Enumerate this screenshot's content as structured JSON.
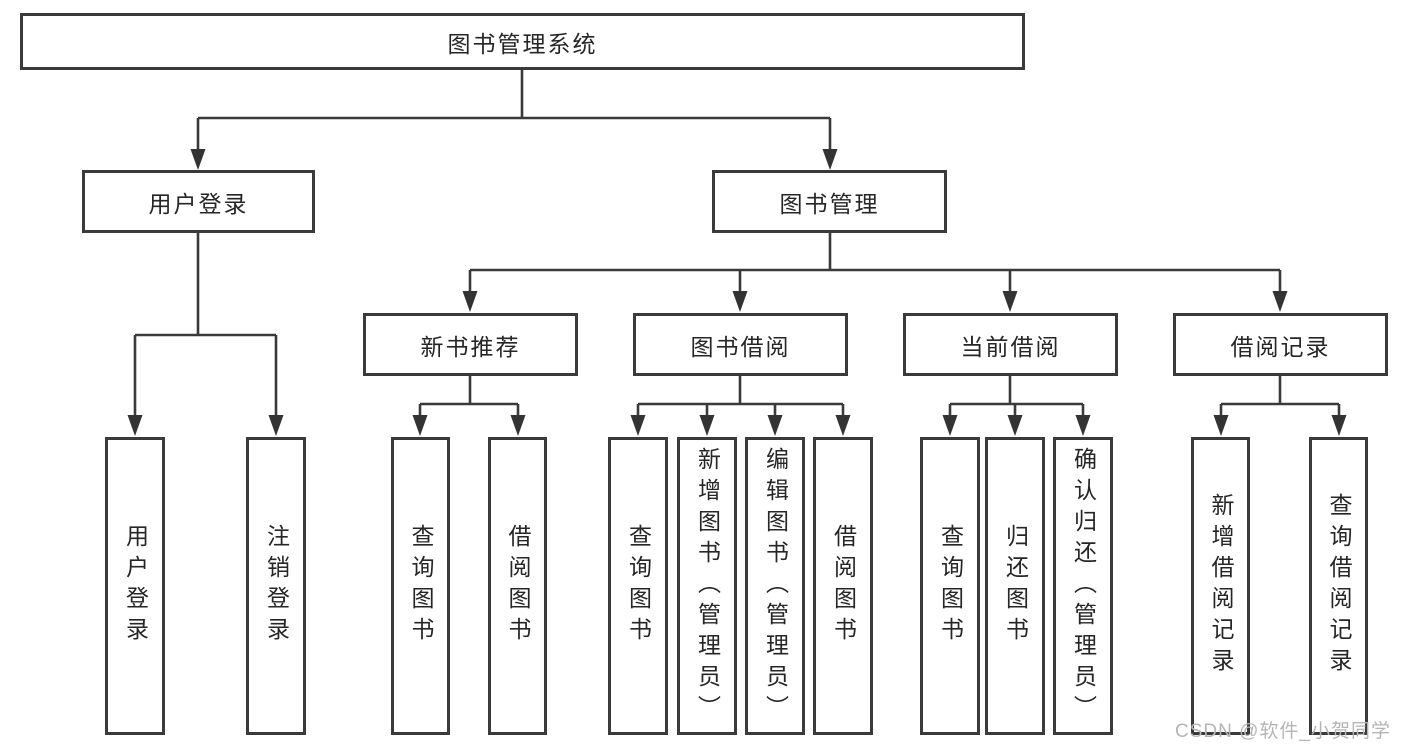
{
  "diagram_type": "functional-structure-tree",
  "structure": {
    "root": "图书管理系统",
    "children": [
      {
        "label": "用户登录",
        "children": [
          "用户登录",
          "注销登录"
        ]
      },
      {
        "label": "图书管理",
        "children": [
          {
            "label": "新书推荐",
            "children": [
              "查询图书",
              "借阅图书"
            ]
          },
          {
            "label": "图书借阅",
            "children": [
              "查询图书",
              "新增图书（管理员）",
              "编辑图书（管理员）",
              "借阅图书"
            ]
          },
          {
            "label": "当前借阅",
            "children": [
              "查询图书",
              "归还图书",
              "确认归还（管理员）"
            ]
          },
          {
            "label": "借阅记录",
            "children": [
              "新增借阅记录",
              "查询借阅记录"
            ]
          }
        ]
      }
    ]
  },
  "watermark": {
    "text": "CSDN @软件_小贺同学"
  },
  "colors": {
    "background": "#ffffff",
    "line": "#3a3a3a",
    "box_border": "#3a3a3a",
    "text": "#262626",
    "watermark": "#b5b5b5"
  }
}
